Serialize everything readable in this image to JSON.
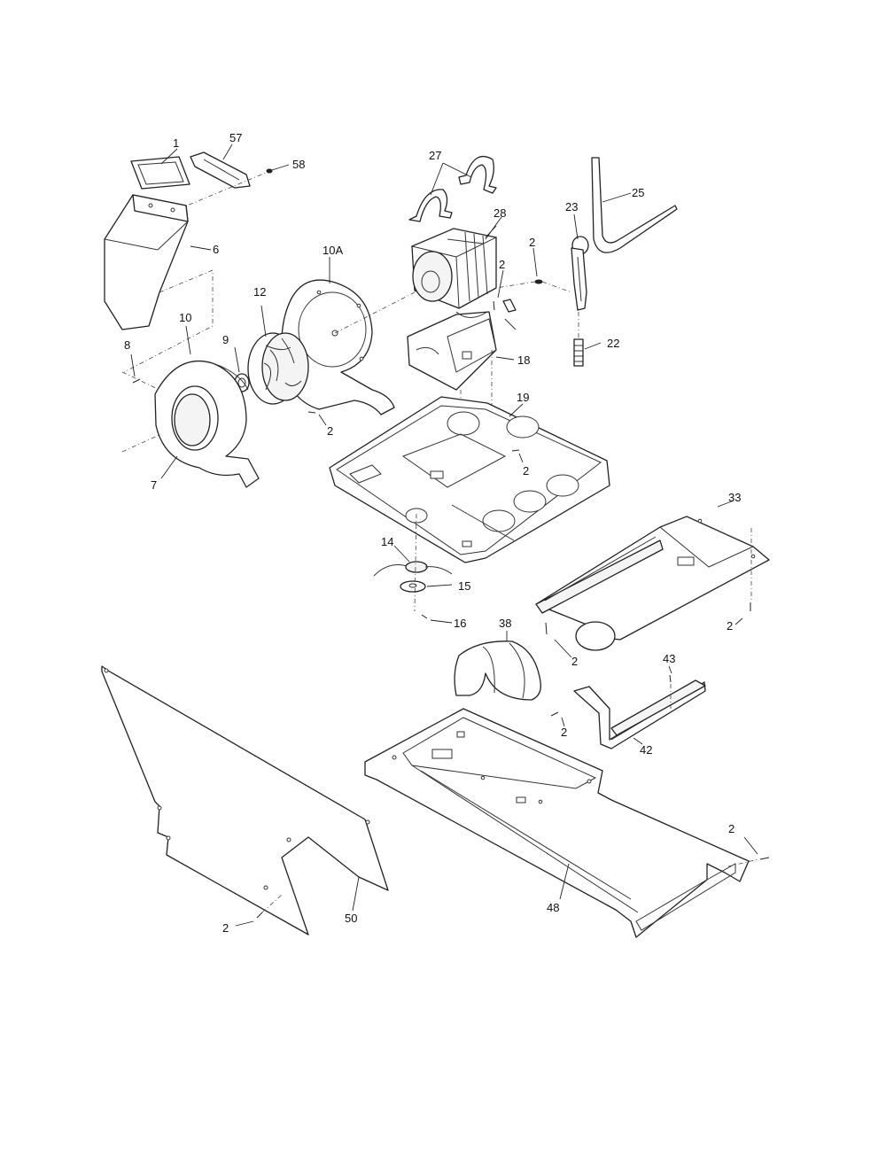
{
  "diagram": {
    "callouts": [
      {
        "id": "c1",
        "text": "1"
      },
      {
        "id": "c57",
        "text": "57"
      },
      {
        "id": "c58",
        "text": "58"
      },
      {
        "id": "c6",
        "text": "6"
      },
      {
        "id": "c27",
        "text": "27"
      },
      {
        "id": "c28",
        "text": "28"
      },
      {
        "id": "c25",
        "text": "25"
      },
      {
        "id": "c23",
        "text": "23"
      },
      {
        "id": "c2a",
        "text": "2"
      },
      {
        "id": "c2b",
        "text": "2"
      },
      {
        "id": "c10A",
        "text": "10A"
      },
      {
        "id": "c12",
        "text": "12"
      },
      {
        "id": "c10",
        "text": "10"
      },
      {
        "id": "c8",
        "text": "8"
      },
      {
        "id": "c9",
        "text": "9"
      },
      {
        "id": "c18",
        "text": "18"
      },
      {
        "id": "c22",
        "text": "22"
      },
      {
        "id": "c2c",
        "text": "2"
      },
      {
        "id": "c19",
        "text": "19"
      },
      {
        "id": "c2d",
        "text": "2"
      },
      {
        "id": "c7",
        "text": "7"
      },
      {
        "id": "c33",
        "text": "33"
      },
      {
        "id": "c14",
        "text": "14"
      },
      {
        "id": "c15",
        "text": "15"
      },
      {
        "id": "c16",
        "text": "16"
      },
      {
        "id": "c2e",
        "text": "2"
      },
      {
        "id": "c38",
        "text": "38"
      },
      {
        "id": "c2f",
        "text": "2"
      },
      {
        "id": "c43",
        "text": "43"
      },
      {
        "id": "c2g",
        "text": "2"
      },
      {
        "id": "c42",
        "text": "42"
      },
      {
        "id": "c2h",
        "text": "2"
      },
      {
        "id": "c48",
        "text": "48"
      },
      {
        "id": "c50",
        "text": "50"
      },
      {
        "id": "c2i",
        "text": "2"
      }
    ]
  }
}
